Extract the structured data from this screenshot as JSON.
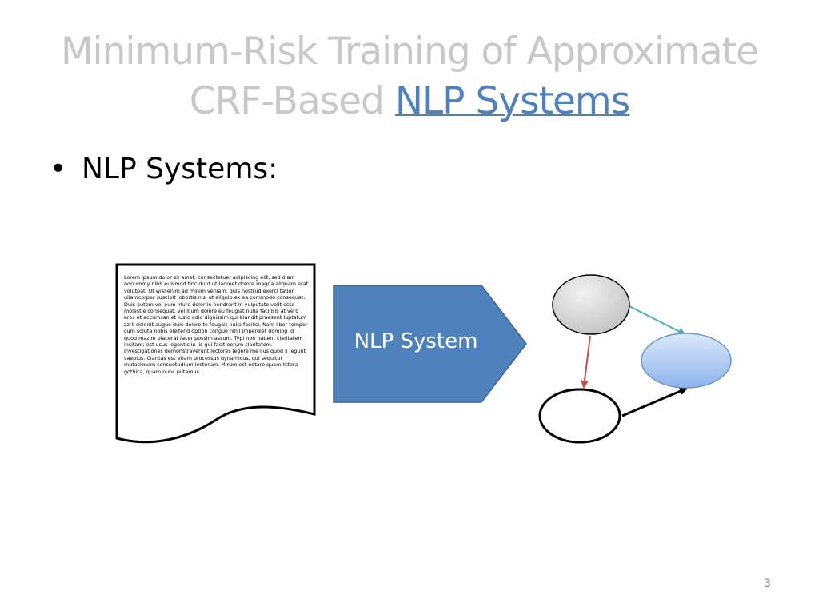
{
  "slide": {
    "title_line1": "Minimum-Risk Training of Approximate",
    "title_line2_prefix": "CRF-Based ",
    "title_line2_link": "NLP Systems",
    "bullet_symbol": "•",
    "bullet_text": "NLP Systems:",
    "page_number": "3"
  },
  "document": {
    "text": "Lorem ipsum dolor sit amet, consectetuer adipiscing elit, sed diam nonummy nibh euismod tincidunt ut laoreet dolore magna aliquam erat volutpat. Ut wisi enim ad minim veniam, quis nostrud exerci tation ullamcorper suscipit lobortis nisl ut aliquip ex ea commodo consequat. Duis autem vel eum iriure dolor in hendrerit in vulputate velit esse molestie consequat, vel illum dolore eu feugiat nulla facilisis at vero eros et accumsan et iusto odio dignissim qui blandit praesent luptatum zzril delenit augue duis dolore te feugait nulla facilisi. Nam liber tempor cum soluta nobis eleifend option congue nihil imperdiet doming id quod mazim placerat facer possim assum. Typi non habent claritatem insitam; est usus legentis in iis qui facit eorum claritatem. Investigationes demonstraverunt lectores legere me lius quod ii legunt saepius. Claritas est etiam processus dynamicus, qui sequitur mutationem consuetudium lectorum. Mirum est notare quam littera gothica, quam nunc putamus…"
  },
  "system_box": {
    "label": "NLP System",
    "fill": "#4f81bd"
  },
  "graph": {
    "node_top_fill": "#d9d9d9",
    "node_right_fill": "#a4c6f4",
    "node_bottom_fill": "#ffffff",
    "edge_top_right_color": "#4bacc6",
    "edge_top_bottom_color": "#c0504d",
    "edge_bottom_right_color": "#000000"
  }
}
